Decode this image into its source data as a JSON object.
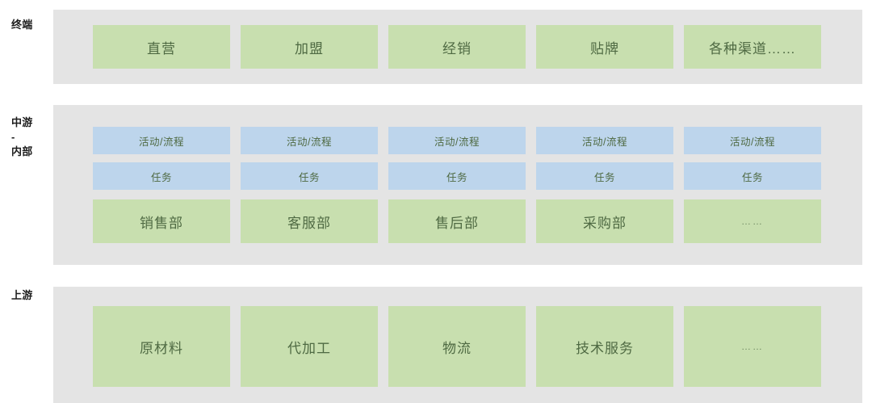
{
  "colors": {
    "band_background": "#e4e4e4",
    "cell_green": "#c8dfaf",
    "cell_blue": "#bdd5ec",
    "cell_text": "#4f6a43",
    "label_text": "#1c1c1c",
    "page_background": "#ffffff"
  },
  "tiers": [
    {
      "id": "terminal",
      "label": "终端",
      "rows": [
        {
          "style": "green",
          "cells": [
            "直营",
            "加盟",
            "经销",
            "贴牌",
            "各种渠道……"
          ]
        }
      ]
    },
    {
      "id": "midstream-internal",
      "label": "中游\n-\n内部",
      "rows": [
        {
          "style": "blue",
          "cells": [
            "活动/流程",
            "活动/流程",
            "活动/流程",
            "活动/流程",
            "活动/流程"
          ]
        },
        {
          "style": "blue",
          "cells": [
            "任务",
            "任务",
            "任务",
            "任务",
            "任务"
          ]
        },
        {
          "style": "green",
          "cells": [
            "销售部",
            "客服部",
            "售后部",
            "采购部",
            "……"
          ]
        }
      ]
    },
    {
      "id": "upstream",
      "label": "上游",
      "rows": [
        {
          "style": "green",
          "cells": [
            "原材料",
            "代加工",
            "物流",
            "技术服务",
            "……"
          ]
        }
      ]
    }
  ]
}
